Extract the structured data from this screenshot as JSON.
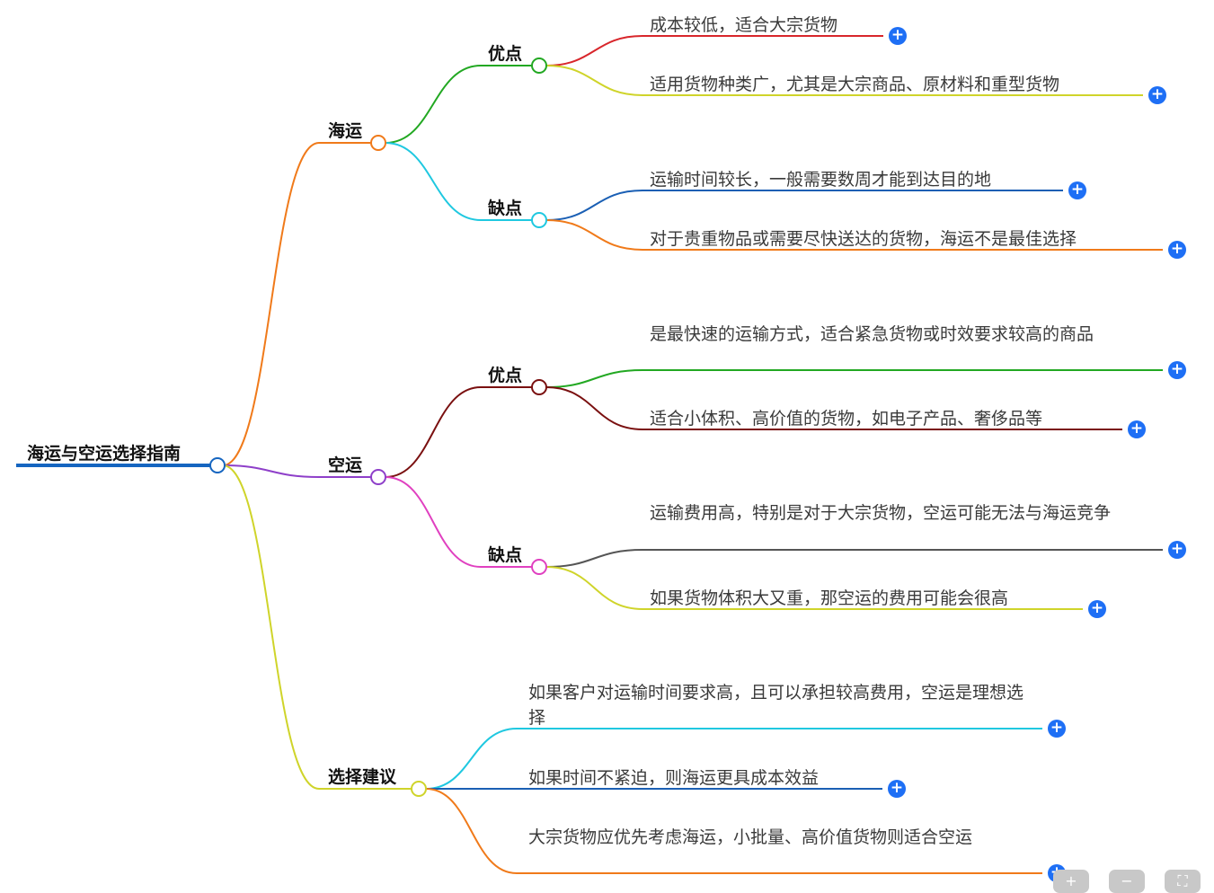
{
  "root": {
    "label": "海运与空运选择指南",
    "color": "#1565c0"
  },
  "branches": [
    {
      "label": "海运",
      "color": "#f07a1a",
      "groups": [
        {
          "label": "优点",
          "color": "#22a822",
          "leaves": [
            {
              "text": "成本较低，适合大宗货物",
              "color": "#d8262b"
            },
            {
              "text": "适用货物种类广，尤其是大宗商品、原材料和重型货物",
              "color": "#cfd42a"
            }
          ]
        },
        {
          "label": "缺点",
          "color": "#1fc8e0",
          "leaves": [
            {
              "text": "运输时间较长，一般需要数周才能到达目的地",
              "color": "#1a5fb4"
            },
            {
              "text": "对于贵重物品或需要尽快送达的货物，海运不是最佳选择",
              "color": "#f07a1a"
            }
          ]
        }
      ]
    },
    {
      "label": "空运",
      "color": "#8e3fc9",
      "groups": [
        {
          "label": "优点",
          "color": "#7a1010",
          "leaves": [
            {
              "text": "是最快速的运输方式，适合紧急货物或时效要求较高的商品",
              "color": "#22a822"
            },
            {
              "text": "适合小体积、高价值的货物，如电子产品、奢侈品等",
              "color": "#7a1010"
            }
          ]
        },
        {
          "label": "缺点",
          "color": "#e040c0",
          "leaves": [
            {
              "text": "运输费用高，特别是对于大宗货物，空运可能无法与海运竞争",
              "color": "#555555"
            },
            {
              "text": "如果货物体积大又重，那空运的费用可能会很高",
              "color": "#cfd42a"
            }
          ]
        }
      ]
    },
    {
      "label": "选择建议",
      "color": "#cfd42a",
      "leaves": [
        {
          "text": "如果客户对运输时间要求高，且可以承担较高费用，空运是理想选择",
          "color": "#1fc8e0"
        },
        {
          "text": "如果时间不紧迫，则海运更具成本效益",
          "color": "#1a5fb4"
        },
        {
          "text": "大宗货物应优先考虑海运，小批量、高价值货物则适合空运",
          "color": "#f07a1a"
        }
      ]
    }
  ],
  "expand_icon": "plus-icon",
  "accent": "#1e6ff5"
}
